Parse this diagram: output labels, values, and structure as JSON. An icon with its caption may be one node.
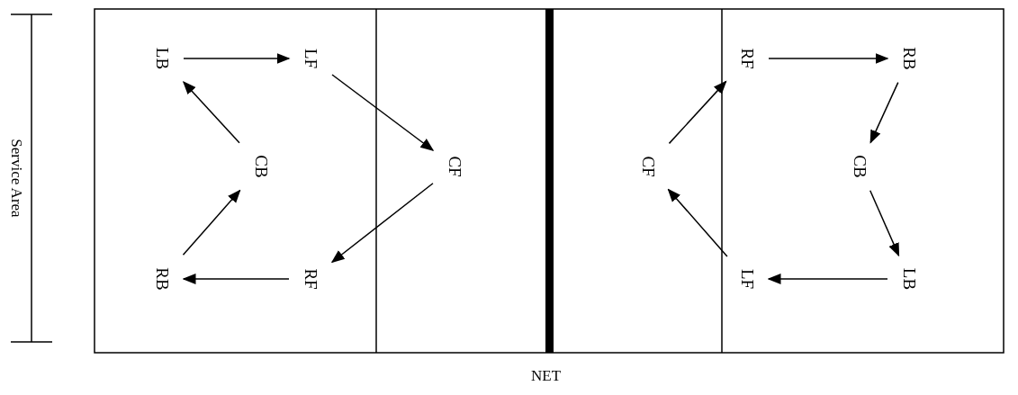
{
  "diagram": {
    "nodes": [
      {
        "text": [
          "LB"
        ]
      },
      {
        "text": [
          "LF"
        ]
      },
      {
        "text": [
          "CB"
        ]
      },
      {
        "text": [
          "CF"
        ]
      },
      {
        "text": [
          "RB"
        ]
      },
      {
        "text": [
          "RF"
        ]
      },
      {
        "text": [
          "CF"
        ]
      },
      {
        "text": [
          "RF"
        ]
      },
      {
        "text": [
          "RB"
        ]
      },
      {
        "text": [
          "CB"
        ]
      },
      {
        "text": [
          "LF"
        ]
      },
      {
        "text": [
          "LB"
        ]
      }
    ],
    "edges": [
      {
        "from": 0,
        "to": 1,
        "arrow": "to"
      },
      {
        "from": 1,
        "to": 3,
        "arrow": "to"
      },
      {
        "from": 3,
        "to": 5,
        "arrow": "to"
      },
      {
        "from": 5,
        "to": 4,
        "arrow": "to"
      },
      {
        "from": 4,
        "to": 2,
        "arrow": "to"
      },
      {
        "from": 2,
        "to": 0,
        "arrow": "to"
      },
      {
        "from": 6,
        "to": 7,
        "arrow": "to"
      },
      {
        "from": 7,
        "to": 8,
        "arrow": "to"
      },
      {
        "from": 8,
        "to": 9,
        "arrow": "to"
      },
      {
        "from": 9,
        "to": 11,
        "arrow": "to"
      },
      {
        "from": 11,
        "to": 10,
        "arrow": "to"
      },
      {
        "from": 10,
        "to": 6,
        "arrow": "to"
      }
    ],
    "labels": [
      "Service Area",
      "NET"
    ]
  }
}
